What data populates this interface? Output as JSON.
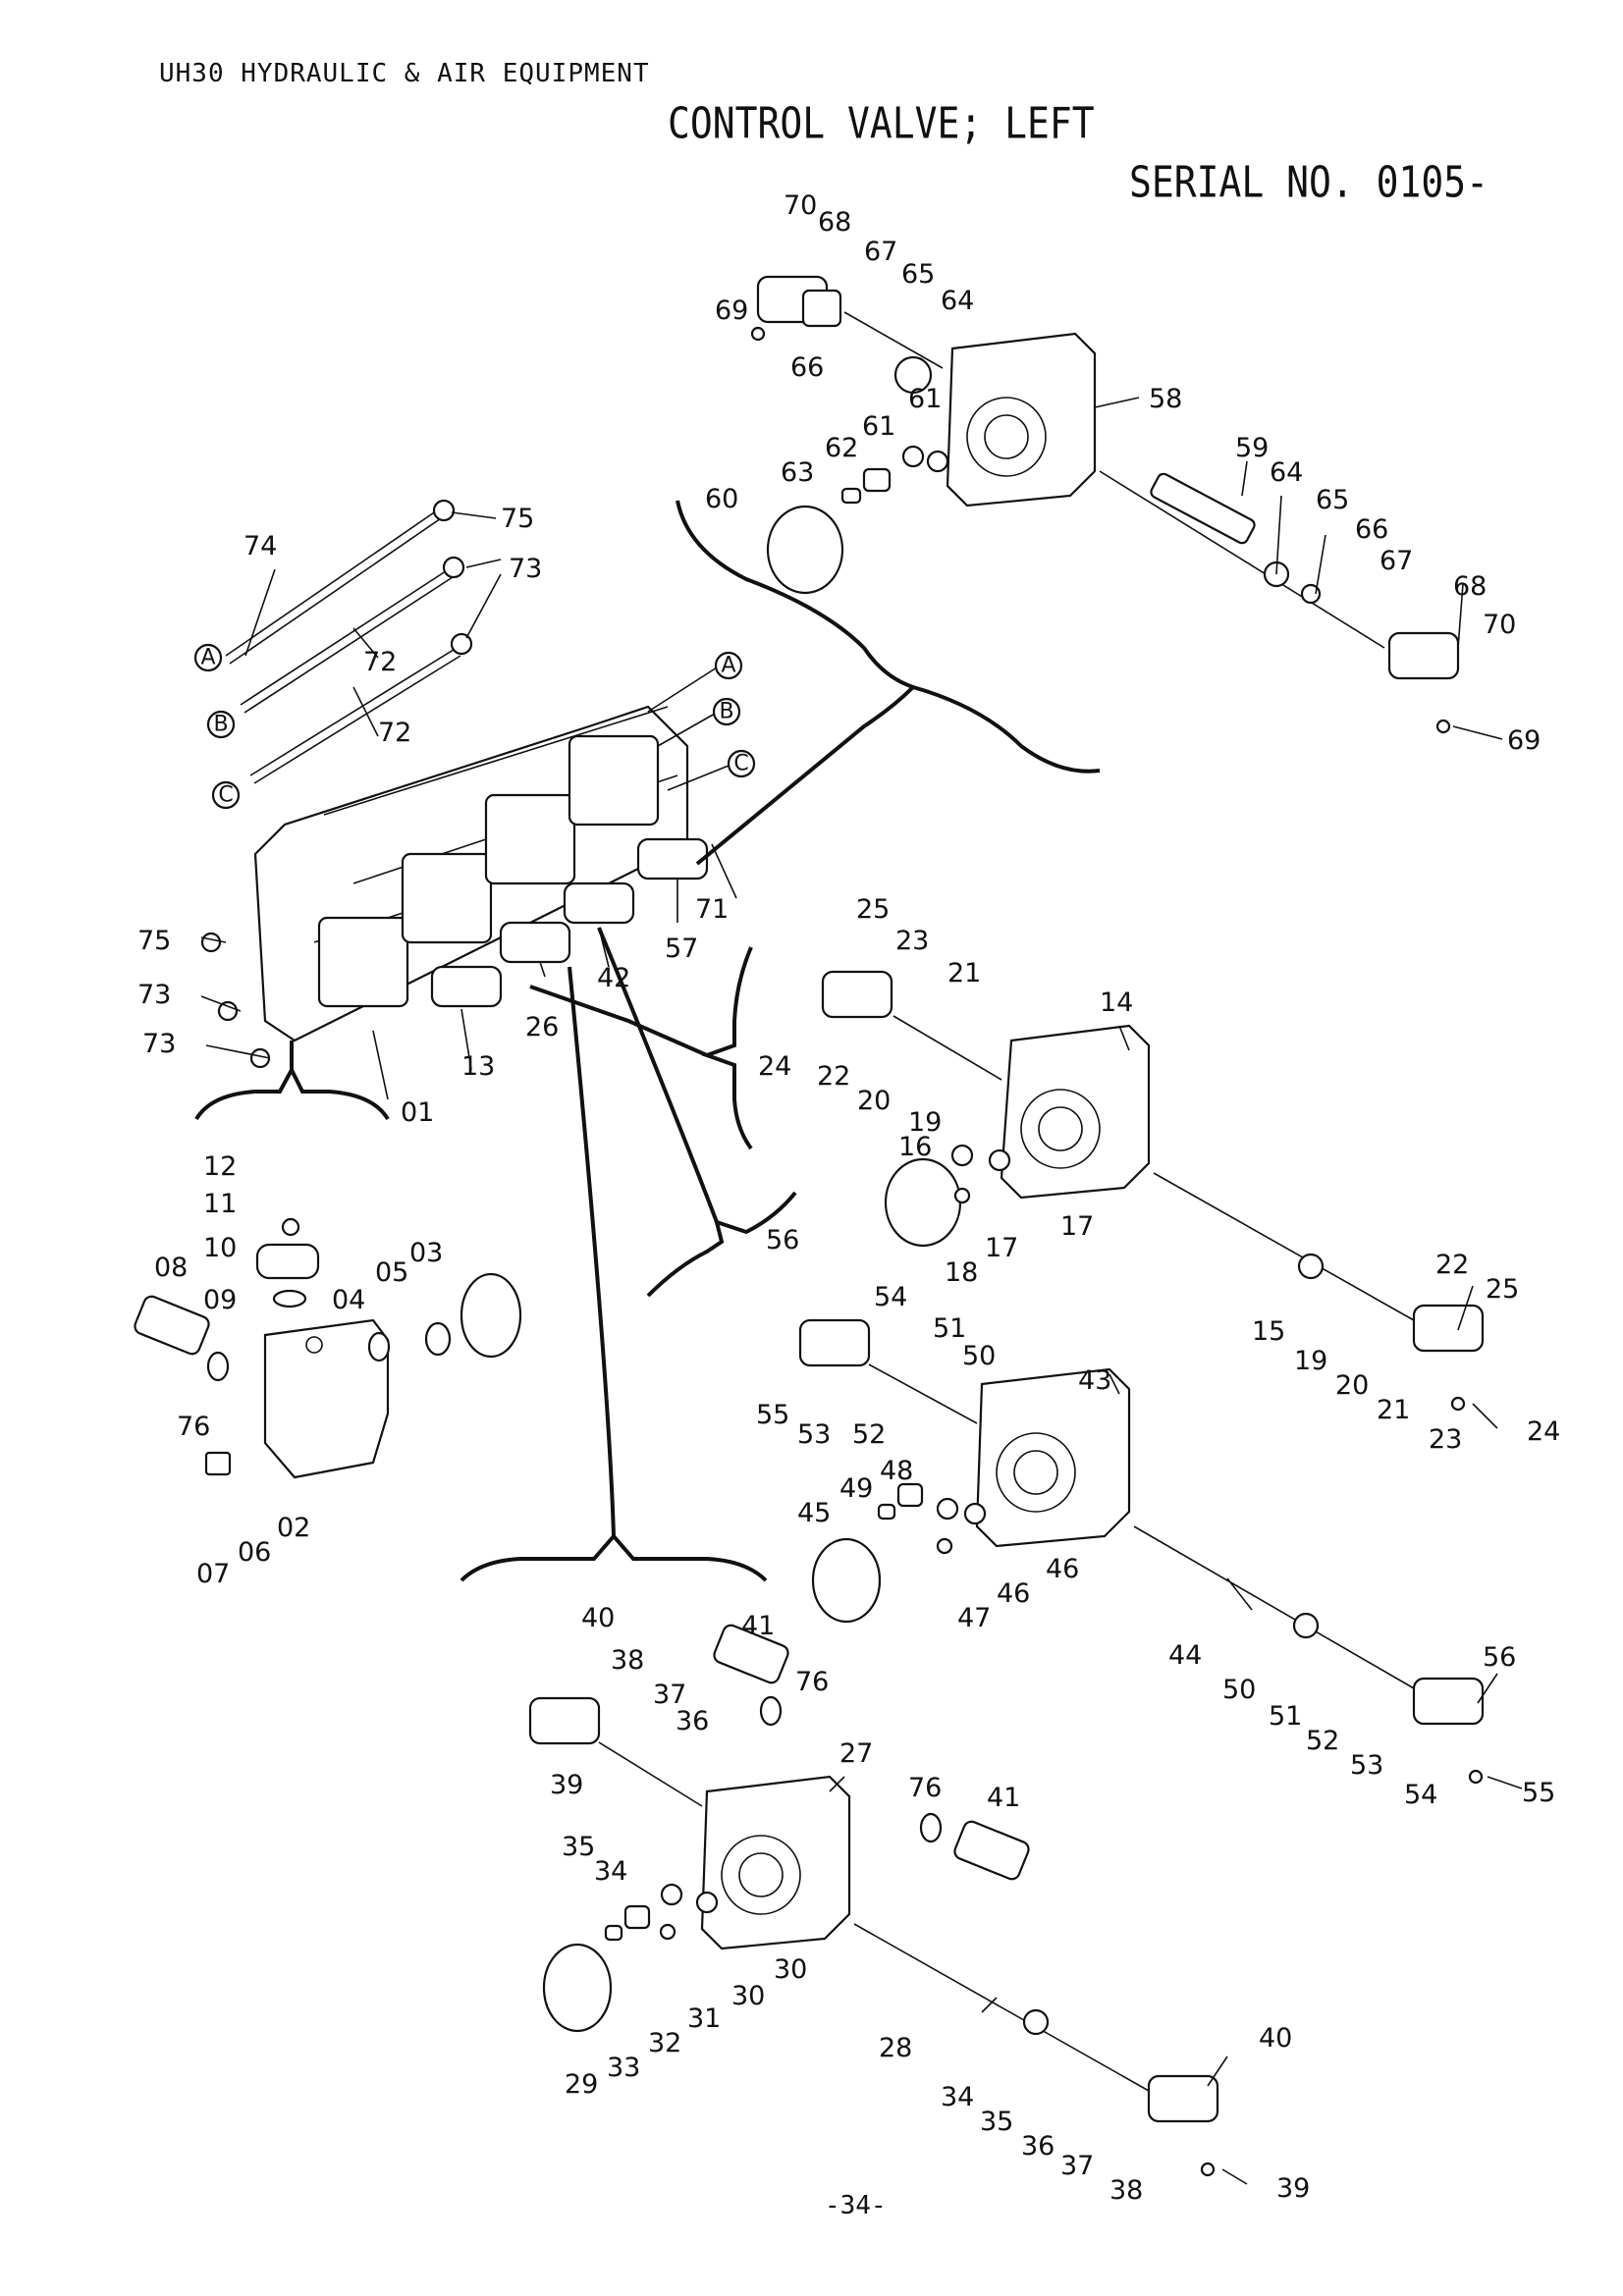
{
  "header": {
    "doc_ref": "UH30 HYDRAULIC & AIR EQUIPMENT",
    "title": "CONTROL VALVE; LEFT",
    "serial": "SERIAL NO. 0105-"
  },
  "footer": {
    "page": "-34-"
  },
  "ref_marks": [
    "A",
    "B",
    "C"
  ],
  "part_numbers": {
    "p70": "70",
    "p68": "68",
    "p67": "67",
    "p65": "65",
    "p64": "64",
    "p69": "69",
    "p66": "66",
    "p58": "58",
    "p61": "61",
    "p62": "62",
    "p63": "63",
    "p60": "60",
    "p59": "59",
    "p75": "75",
    "p74": "74",
    "p73": "73",
    "p72": "72",
    "p71": "71",
    "p57": "57",
    "p42": "42",
    "p26": "26",
    "p13": "13",
    "p01": "01",
    "p25": "25",
    "p23": "23",
    "p21": "21",
    "p14": "14",
    "p24": "24",
    "p22": "22",
    "p20": "20",
    "p19": "19",
    "p16": "16",
    "p17": "17",
    "p18": "18",
    "p15": "15",
    "p12": "12",
    "p11": "11",
    "p10": "10",
    "p08": "08",
    "p09": "09",
    "p04": "04",
    "p05": "05",
    "p03": "03",
    "p76": "76",
    "p02": "02",
    "p06": "06",
    "p07": "07",
    "p56": "56",
    "p54": "54",
    "p51": "51",
    "p50": "50",
    "p43": "43",
    "p55": "55",
    "p53": "53",
    "p52": "52",
    "p48": "48",
    "p49": "49",
    "p45": "45",
    "p46": "46",
    "p47": "47",
    "p44": "44",
    "p40": "40",
    "p41": "41",
    "p38": "38",
    "p37": "37",
    "p36": "36",
    "p39": "39",
    "p35": "35",
    "p34": "34",
    "p27": "27",
    "p30": "30",
    "p31": "31",
    "p32": "32",
    "p33": "33",
    "p29": "29",
    "p28": "28"
  }
}
